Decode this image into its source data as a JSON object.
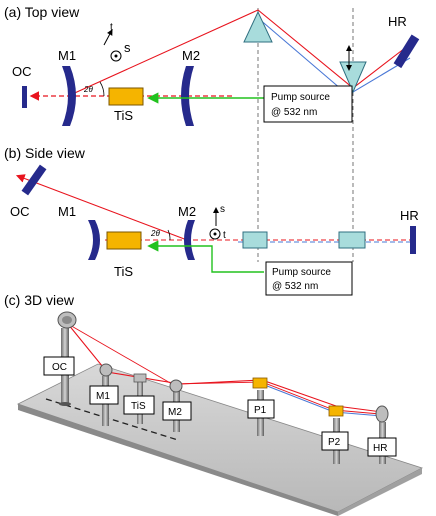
{
  "panels": {
    "top": {
      "title": "(a) Top view",
      "oc": "OC",
      "m1": "M1",
      "m2": "M2",
      "hr": "HR",
      "tis": "TiS",
      "angle": "2θ",
      "axis_t": "t",
      "axis_s": "s",
      "pump_line1": "Pump source",
      "pump_line2": "@ 532 nm"
    },
    "side": {
      "title": "(b) Side view",
      "oc": "OC",
      "m1": "M1",
      "m2": "M2",
      "hr": "HR",
      "tis": "TiS",
      "angle": "2θ",
      "axis_s": "s",
      "axis_t": "t",
      "pump_line1": "Pump source",
      "pump_line2": "@ 532 nm"
    },
    "view3d": {
      "title": "(c) 3D view",
      "oc": "OC",
      "m1": "M1",
      "tis": "TiS",
      "m2": "M2",
      "p1": "P1",
      "p2": "P2",
      "hr": "HR"
    }
  },
  "colors": {
    "red_beam": "#e8141e",
    "blue_beam": "#4a78d6",
    "pump_beam": "#22c21e",
    "mirror": "#262a8c",
    "crystal": "#f5b400",
    "prism": "#a8dcdc"
  }
}
